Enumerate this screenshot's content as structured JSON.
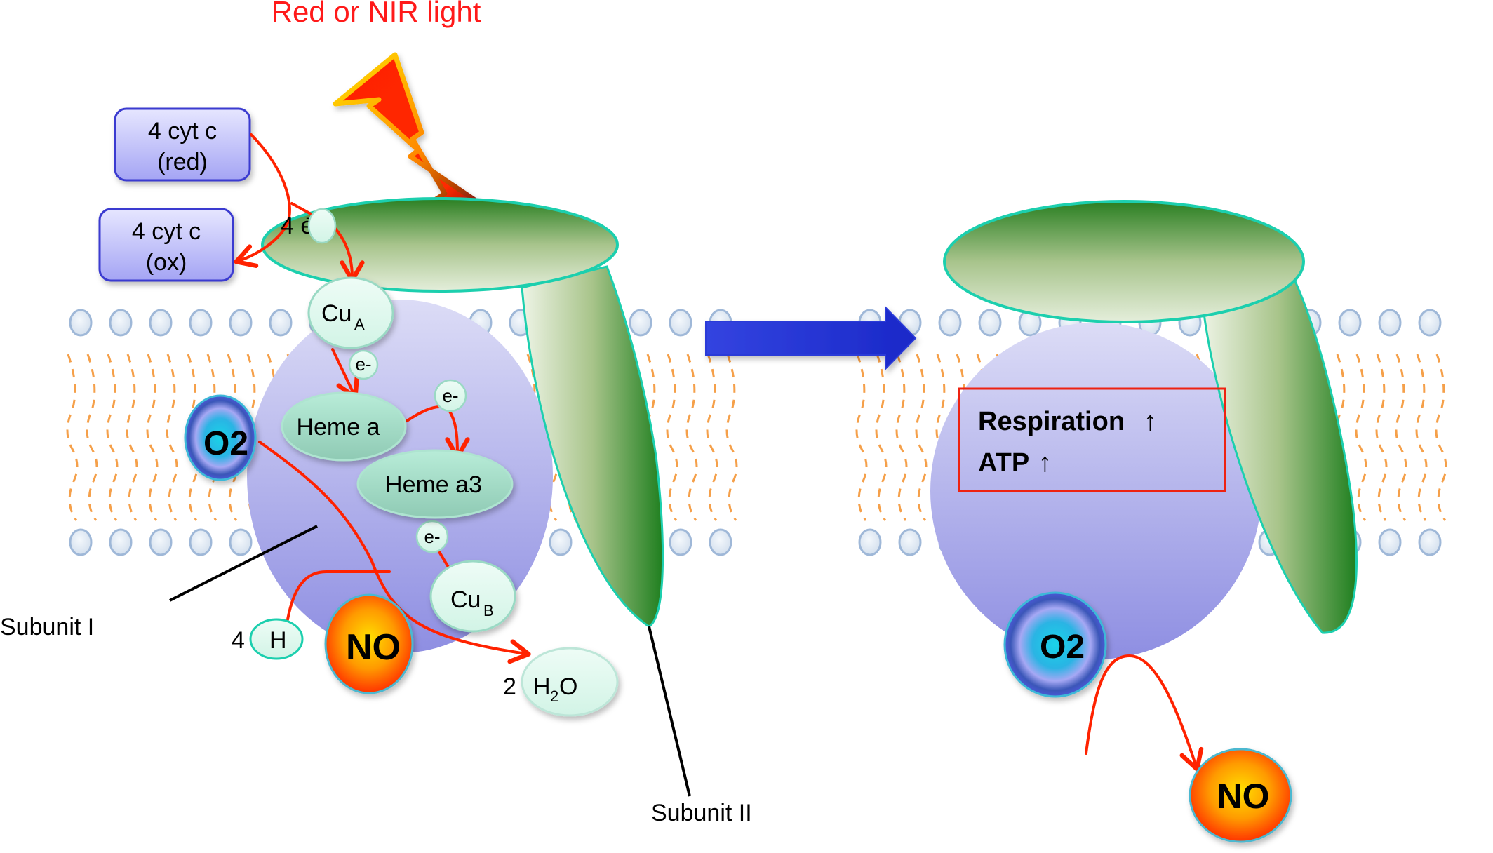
{
  "title": "Red or NIR light",
  "colors": {
    "title_red": "#ff1a1a",
    "arrow_red": "#ff2200",
    "protein_body_top": "#d8d8f4",
    "protein_body_bottom": "#8e8ee4",
    "green_dark": "#1f7a1f",
    "green_light": "#e2ecd6",
    "teal_outline": "#1ccfae",
    "cytc_box_fill_top": "#e4e4ff",
    "cytc_box_fill_bottom": "#a6a6f6",
    "cytc_box_border": "#3a3ad0",
    "node_fill": "#c8eedd",
    "lipid_head": "#dfe8f4",
    "lipid_head_border": "#9fb8d8",
    "lipid_tail": "#f5a04a",
    "transition_arrow": "#2233dd",
    "box_highlight": "#ee2211"
  },
  "left_panel": {
    "cytc_red": {
      "line1": "4 cyt c",
      "line2": "(red)"
    },
    "cytc_ox": {
      "line1": "4 cyt c",
      "line2": "(ox)"
    },
    "electrons_label": "4 e",
    "electrons_sup": "-",
    "cu_a": {
      "base": "Cu",
      "sub": "A"
    },
    "e_minus_1": "e-",
    "heme_a": "Heme a",
    "e_minus_2": "e-",
    "heme_a3": "Heme a3",
    "e_minus_3": "e-",
    "cu_b": {
      "base": "Cu",
      "sub": "B"
    },
    "o2": "O2",
    "no": "NO",
    "protons": {
      "count": "4",
      "symbol": "H"
    },
    "water": {
      "count": "2",
      "base": "H",
      "sub": "2",
      "tail": "O"
    },
    "subunit_1_label": "Subunit I",
    "subunit_2_label": "Subunit II"
  },
  "right_panel": {
    "effect_line1": "Respiration",
    "effect_line2": "ATP",
    "up_arrow": "↑",
    "o2": "O2",
    "no": "NO"
  }
}
